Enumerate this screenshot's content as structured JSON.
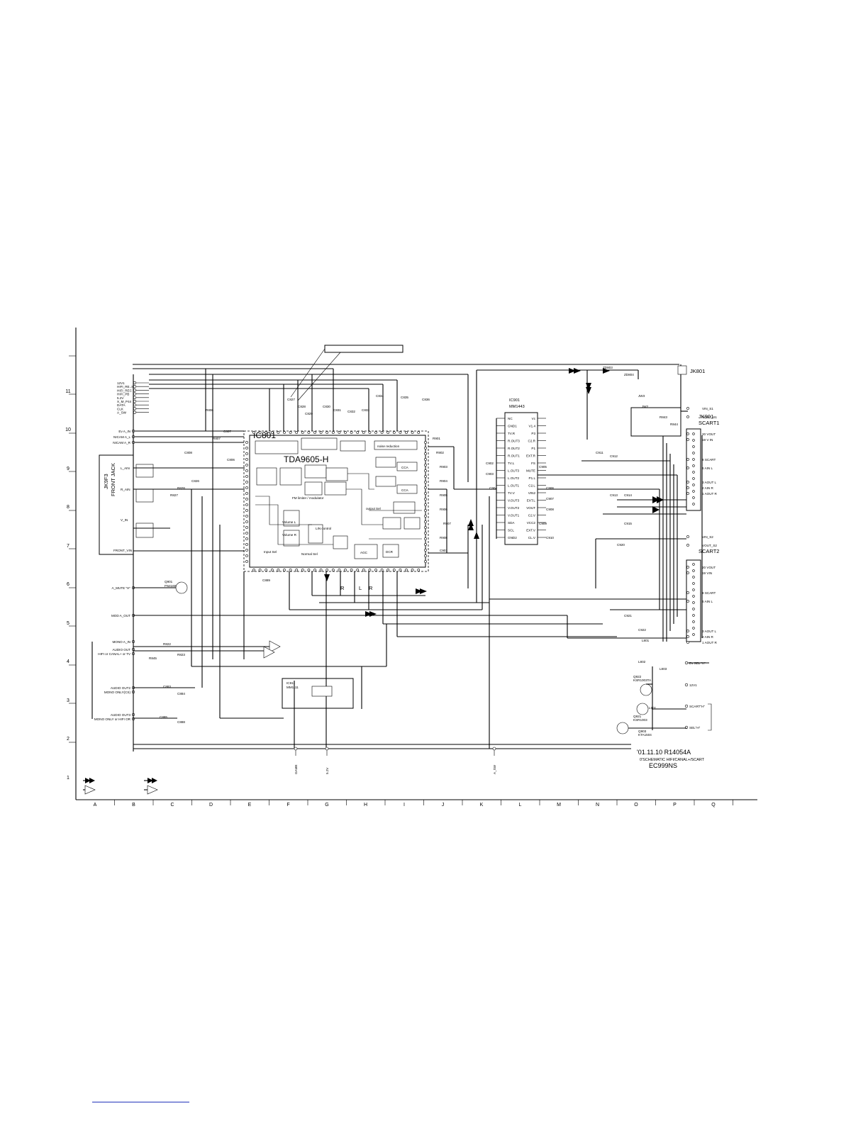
{
  "title_box": "",
  "row_labels": [
    "11",
    "10",
    "9",
    "8",
    "7",
    "6",
    "5",
    "4",
    "3",
    "2",
    "1"
  ],
  "column_labels": [
    "A",
    "B",
    "C",
    "D",
    "E",
    "F",
    "G",
    "H",
    "I",
    "J",
    "K",
    "L",
    "M",
    "N",
    "O",
    "P",
    "Q"
  ],
  "left_connector": {
    "signals": [
      "12V1",
      "HIFI_RE..S",
      "HIFI_REC",
      "HIFI_PB",
      "5.2V",
      "X_M_P44",
      "DATA",
      "CLK",
      "A_SW"
    ]
  },
  "left_inputs": [
    {
      "name": "Ev A_IN"
    },
    {
      "name": "NICAM A_L"
    },
    {
      "name": "NICAM A_R"
    },
    {
      "name": "A_MUTE \"H\""
    },
    {
      "name": "MOD A_OUT"
    },
    {
      "name": "MONO A_IN"
    },
    {
      "name": "AUDIO OUT"
    },
    {
      "name": "HIFI or CANAL+ or TV"
    },
    {
      "name": "AUDIO OUT2"
    },
    {
      "name": "MONO ONLY(CS)"
    },
    {
      "name": "AUDIO OUT3"
    },
    {
      "name": "MONO ONLY or HIFI OR"
    }
  ],
  "front_jack": {
    "ref": "JK9F3",
    "label": "FRONT JACK",
    "pins": [
      "V_IN",
      "L_AIN",
      "R_AIN",
      "FRONT_VIN"
    ]
  },
  "ic801": {
    "ref": "IC801",
    "part": "TDA9605-H",
    "blocks": [
      "FM limiter / modulator",
      "output Sel",
      "Input Sel",
      "Normal Sel",
      "Volume L",
      "Volume R",
      "LIN control",
      "CCA",
      "CCA",
      "noise reduction",
      "AGC",
      "DCR"
    ]
  },
  "ic901": {
    "ref": "IC901",
    "part": "MM1443",
    "left_pins": [
      "NC",
      "GND1",
      "TV.R",
      "R.OUT3",
      "R.OUT2",
      "R.OUT1",
      "TV.L",
      "L.OUT3",
      "L.OUT2",
      "L.OUT1",
      "TV.V",
      "V.OUT3",
      "V.OUT2",
      "V.OUT1",
      "SDA",
      "SCL",
      "GND2"
    ],
    "right_pins": [
      "Vc",
      "V1.4",
      "P3",
      "C2.R",
      "P1",
      "EXT.R",
      "FS",
      "MUTE",
      "P1.L",
      "C2.L",
      "VIN2",
      "EXT.L",
      "VOUT",
      "C2.V",
      "VCC2",
      "EXT.V",
      "CL.V"
    ]
  },
  "ic911": {
    "ref": "IC911",
    "part": "MM1111"
  },
  "jk801": {
    "ref": "JK801"
  },
  "jk901": {
    "ref": "JK901",
    "label": "SCART1"
  },
  "scart1_pins": [
    "VIN_S1",
    "VOUT_S1",
    "20 VOUT",
    "19 V IN",
    "8 SCART",
    "6 AIN L",
    "3 AOUT L",
    "2 AIN R",
    "1 AOUT R"
  ],
  "scart2_pins": [
    "VIN_S2",
    "VOUT_S2",
    "20 VOUT",
    "19 VIN",
    "8 SCART",
    "6 AIN L",
    "3 AOUT L",
    "2 AIN R",
    "1 AOUT R"
  ],
  "scart2_label": "SCART2",
  "right_labels": [
    "Ev SEL \"H\"",
    "12V1",
    "SCART\"H\"",
    "SEL\"H\""
  ],
  "transistors": [
    {
      "ref": "Q901",
      "part": "FN4160"
    },
    {
      "ref": "Q922",
      "part": "KSR1003TA"
    },
    {
      "ref": "Q921",
      "part": "KSR1003"
    },
    {
      "ref": "Q903",
      "part": "KTA1504"
    }
  ],
  "bottom_labels": [
    "GAME",
    "5.2V",
    "A_SW"
  ],
  "component_labels": [
    "R806",
    "R807",
    "C807",
    "C806",
    "C808",
    "C826",
    "R826",
    "R827",
    "C827",
    "C828",
    "C829",
    "C830",
    "C831",
    "C832",
    "C833",
    "C834",
    "C835",
    "C836",
    "R901",
    "R902",
    "R903",
    "R904",
    "R905",
    "R906",
    "R907",
    "R908",
    "C901",
    "C902",
    "C903",
    "C904",
    "C905",
    "C906",
    "C907",
    "C908",
    "C909",
    "C910",
    "C911",
    "C912",
    "C913",
    "C914",
    "C915",
    "C920",
    "C921",
    "C922",
    "L801",
    "L802",
    "L803",
    "L901",
    "ZD803",
    "ZD804",
    "JW3",
    "JW2",
    "R843",
    "R844",
    "R845",
    "R822",
    "R823",
    "C883",
    "C884",
    "C885",
    "C888",
    "C889"
  ],
  "footer": {
    "date_code": "'01.11.10  R14054A",
    "subtitle": "0'SCHEMATIC HIFI/CANAL+/SCART",
    "model": "EC999NS"
  },
  "legend": {
    "items": [
      {
        "icon": "solid-double-arrow"
      },
      {
        "icon": "solid-double-arrow"
      },
      {
        "icon": "outline-double-arrow"
      },
      {
        "icon": "outline-double-arrow"
      }
    ]
  }
}
